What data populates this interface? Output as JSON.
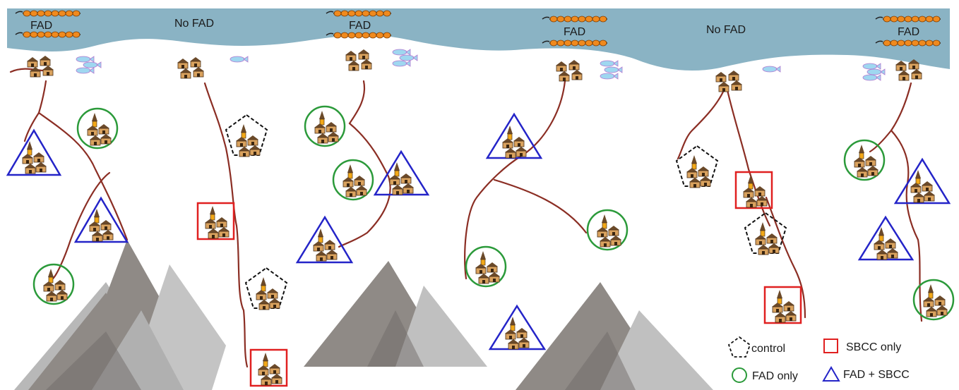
{
  "coastal_labels": [
    "FAD",
    "No FAD",
    "FAD",
    "FAD",
    "No FAD",
    "FAD"
  ],
  "legend": {
    "control": "control",
    "sbcc_only": "SBCC only",
    "fad_only": "FAD only",
    "fad_sbcc": "FAD + SBCC"
  },
  "colors": {
    "sea": "#8ab3c4",
    "road": "#8b2e24",
    "fad_only": "#2b9a3a",
    "sbcc_only": "#e02020",
    "fad_sbcc": "#2424c8",
    "control": "#111111",
    "mountain_dark": "#8f8a86",
    "mountain_light": "#bfbfbf",
    "buoy": "#f08a1e",
    "fish": "#9fd7f0"
  }
}
